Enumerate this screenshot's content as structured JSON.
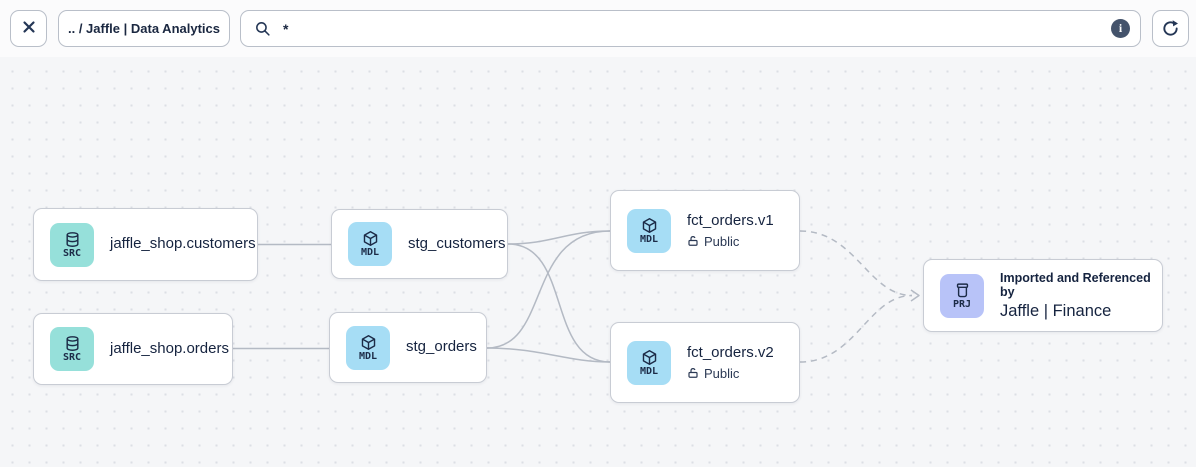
{
  "toolbar": {
    "breadcrumb": ".. / Jaffle | Data Analytics",
    "search": {
      "value": "*"
    },
    "info_glyph": "i",
    "icons": {
      "close": "close-icon",
      "search": "search-icon",
      "info": "info-icon",
      "refresh": "refresh-icon"
    }
  },
  "graph": {
    "nodes": [
      {
        "kind": "source",
        "type": "SRC",
        "label": "jaffle_shop.customers"
      },
      {
        "kind": "source",
        "type": "SRC",
        "label": "jaffle_shop.orders"
      },
      {
        "kind": "model",
        "type": "MDL",
        "label": "stg_customers"
      },
      {
        "kind": "model",
        "type": "MDL",
        "label": "stg_orders"
      },
      {
        "kind": "model",
        "type": "MDL",
        "label": "fct_orders.v1",
        "access": "Public"
      },
      {
        "kind": "model",
        "type": "MDL",
        "label": "fct_orders.v2",
        "access": "Public"
      },
      {
        "kind": "project",
        "type": "PRJ",
        "sublabel": "Imported and Referenced by",
        "label": "Jaffle | Finance"
      }
    ],
    "edges": [
      {
        "from": "jaffle_shop.customers",
        "to": "stg_customers",
        "style": "solid"
      },
      {
        "from": "jaffle_shop.orders",
        "to": "stg_orders",
        "style": "solid"
      },
      {
        "from": "stg_customers",
        "to": "fct_orders.v1",
        "style": "solid"
      },
      {
        "from": "stg_customers",
        "to": "fct_orders.v2",
        "style": "solid"
      },
      {
        "from": "stg_orders",
        "to": "fct_orders.v1",
        "style": "solid"
      },
      {
        "from": "stg_orders",
        "to": "fct_orders.v2",
        "style": "solid"
      },
      {
        "from": "fct_orders.v1",
        "to": "Jaffle | Finance",
        "style": "dashed"
      },
      {
        "from": "fct_orders.v2",
        "to": "Jaffle | Finance",
        "style": "dashed"
      }
    ]
  },
  "colors": {
    "source_badge": "#96e0da",
    "model_badge": "#a6ddf5",
    "project_badge": "#b8c3f8",
    "edge": "#b4bac4",
    "node_border": "#c8ccd4",
    "text": "#15233f",
    "canvas_bg": "#f5f6f8",
    "canvas_dot": "#dcdfe5",
    "info_badge_bg": "#44536b"
  }
}
